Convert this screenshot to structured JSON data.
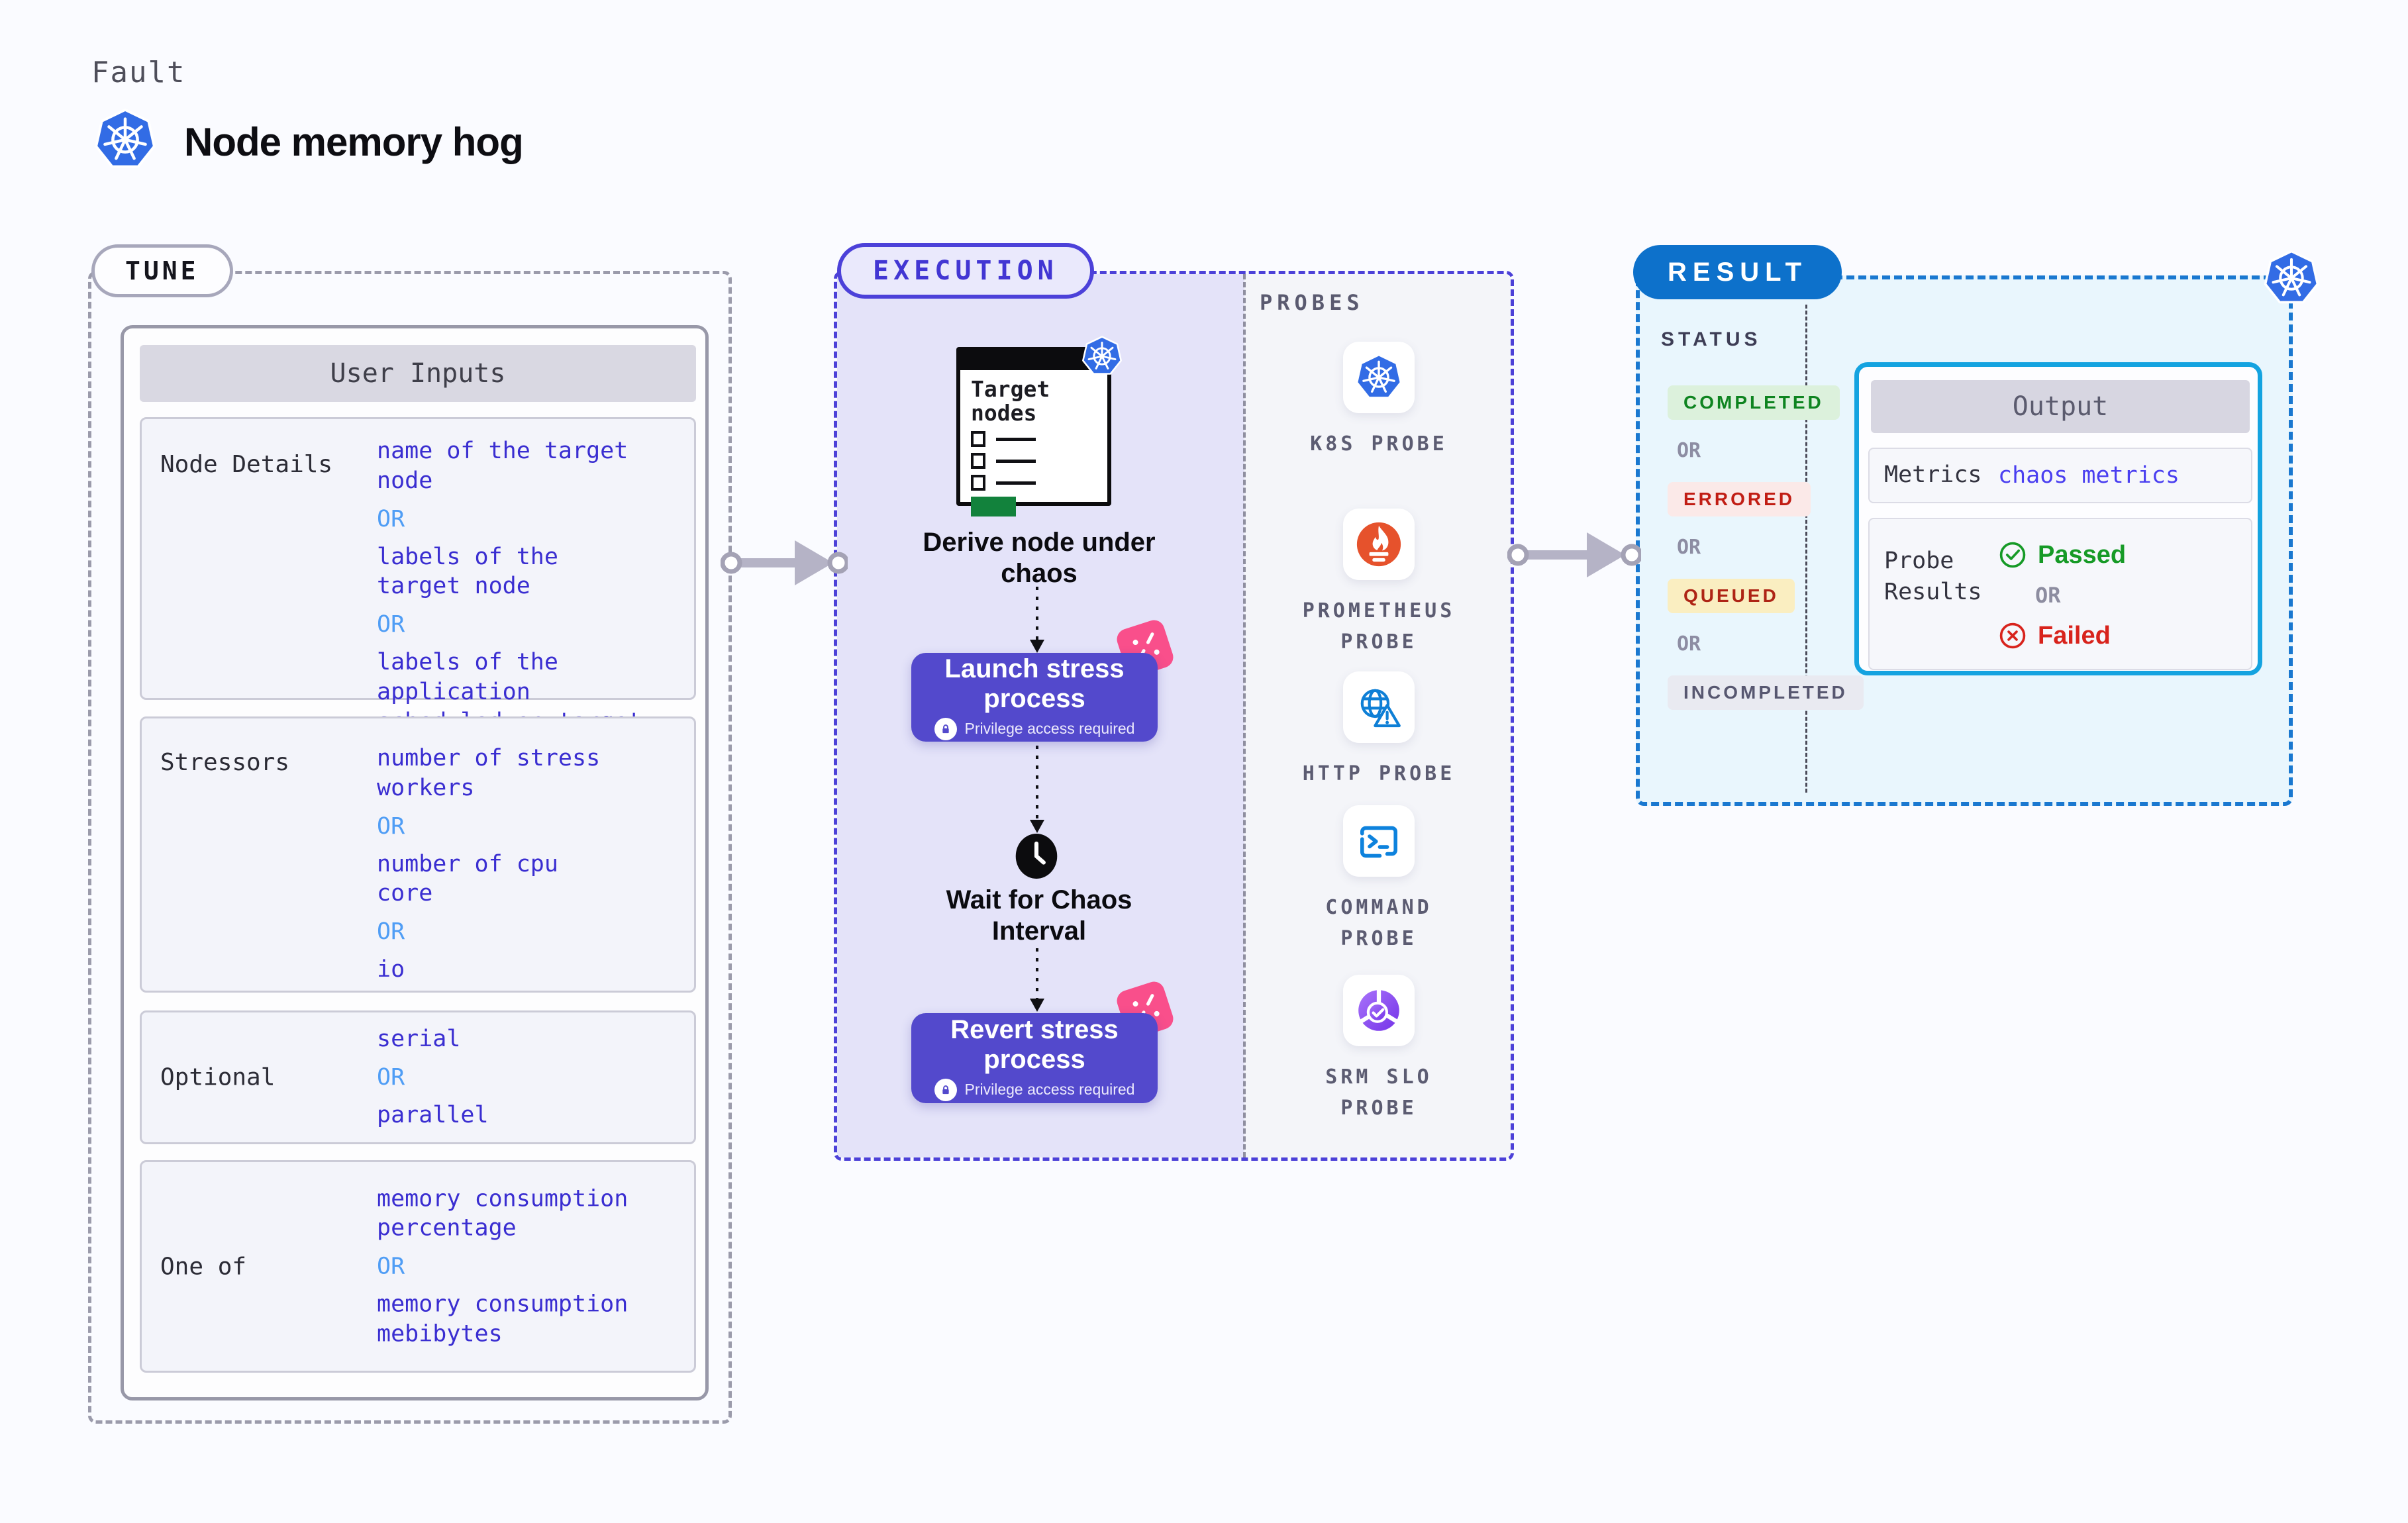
{
  "header": {
    "kicker": "Fault",
    "title": "Node memory hog",
    "icon": "kubernetes-icon"
  },
  "colors": {
    "value_indigo": "#3a2ed1",
    "or_blue": "#4f9df5",
    "execution_indigo": "#4c41d9",
    "button_indigo": "#5349cc",
    "result_blue": "#0d71cb",
    "output_border_cyan": "#14a3e0",
    "kubernetes_blue": "#326ce5",
    "prometheus_orange": "#e6522c",
    "chaos_pink": "#f94f8b",
    "success_green": "#0e8420",
    "error_red": "#c11d14",
    "queued_amber_bg": "#faeec1"
  },
  "tune": {
    "badge": "TUNE",
    "panel_title": "User Inputs",
    "rows": [
      {
        "label": "Node Details",
        "values": [
          "name of the target\nnode",
          "OR",
          "labels of the\ntarget node",
          "OR",
          "labels of the application\n scheduled on target node"
        ]
      },
      {
        "label": "Stressors",
        "values": [
          "number of stress\nworkers",
          "OR",
          "number of cpu\ncore",
          "OR",
          "io"
        ]
      },
      {
        "label": "Optional",
        "values": [
          "serial",
          "OR",
          "parallel"
        ]
      },
      {
        "label": "One of",
        "values": [
          "memory consumption\npercentage",
          "OR",
          "memory consumption\nmebibytes"
        ]
      }
    ]
  },
  "execution": {
    "badge": "EXECUTION",
    "target_card_title": "Target\nnodes",
    "step_derive": "Derive node under\nchaos",
    "launch": {
      "title": "Launch stress\nprocess",
      "caption": "Privilege access required",
      "icon": "lock-icon",
      "corner_icon": "chaos-pink-icon"
    },
    "step_wait": "Wait for Chaos\nInterval",
    "wait_icon": "clock-icon",
    "revert": {
      "title": "Revert stress\nprocess",
      "caption": "Privilege access required",
      "icon": "lock-icon",
      "corner_icon": "chaos-pink-icon"
    }
  },
  "probes": {
    "title": "PROBES",
    "items": [
      {
        "label": "K8S PROBE",
        "icon": "kubernetes-icon"
      },
      {
        "label": "PROMETHEUS\nPROBE",
        "icon": "prometheus-icon"
      },
      {
        "label": "HTTP PROBE",
        "icon": "globe-warning-icon"
      },
      {
        "label": "COMMAND\nPROBE",
        "icon": "terminal-icon"
      },
      {
        "label": "SRM SLO\nPROBE",
        "icon": "slo-gauge-icon"
      }
    ]
  },
  "result": {
    "badge": "RESULT",
    "status_title": "STATUS",
    "statuses": [
      {
        "label": "COMPLETED",
        "kind": "success"
      },
      {
        "label": "OR",
        "kind": "or"
      },
      {
        "label": "ERRORED",
        "kind": "error"
      },
      {
        "label": "OR",
        "kind": "or"
      },
      {
        "label": "QUEUED",
        "kind": "warning"
      },
      {
        "label": "OR",
        "kind": "or"
      },
      {
        "label": "INCOMPLETED",
        "kind": "neutral"
      }
    ],
    "output": {
      "title": "Output",
      "metrics_label": "Metrics",
      "metrics_value": "chaos metrics",
      "probe_results_label": "Probe\nResults",
      "passed": "Passed",
      "or": "OR",
      "failed": "Failed",
      "passed_icon": "check-circle-icon",
      "failed_icon": "x-circle-icon"
    }
  }
}
